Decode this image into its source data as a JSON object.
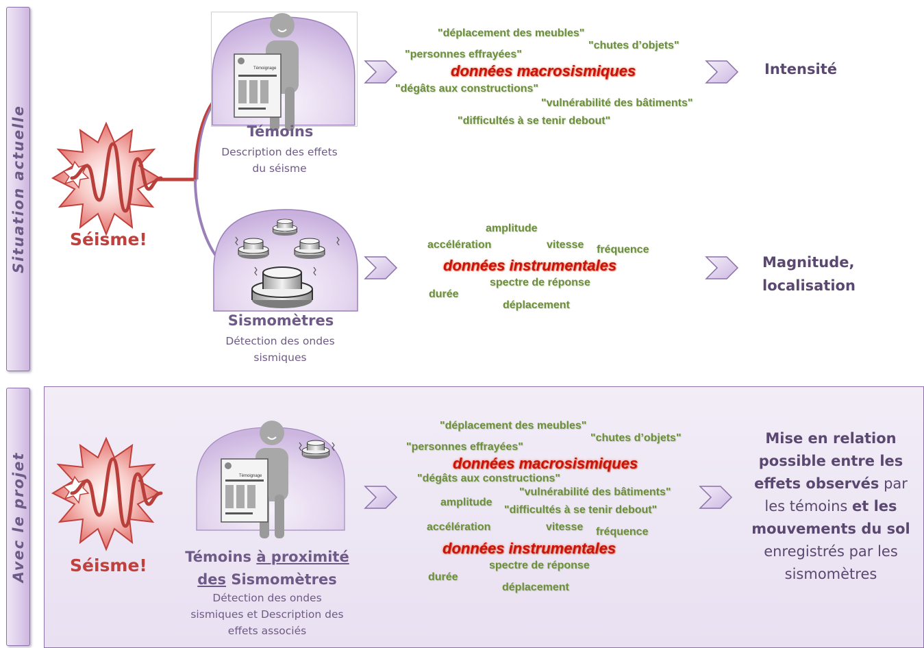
{
  "sections": {
    "current_label": "Situation actuelle",
    "project_label": "Avec le projet"
  },
  "seisme": {
    "label_top": "Séisme!",
    "label_bottom": "Séisme!"
  },
  "nodes": {
    "temoins_title": "Témoins",
    "temoins_desc_1": "Description des effets",
    "temoins_desc_2": "du séisme",
    "temoignage_doc": "Témoignage",
    "sismo_title": "Sismomètres",
    "sismo_desc_1": "Détection des ondes",
    "sismo_desc_2": "sismiques",
    "project_title_1a": "Témoins ",
    "project_title_1b": "à proximité",
    "project_title_2a": "des",
    "project_title_2b": " Sismomètres",
    "project_desc_1": "Détection des ondes",
    "project_desc_2": "sismiques et Description des",
    "project_desc_3": "effets associés"
  },
  "macro_words": {
    "w1": "\"déplacement des meubles\"",
    "w2": "\"chutes d’objets\"",
    "w3": "\"personnes effrayées\"",
    "w4": "\"dégâts aux constructions\"",
    "w5": "\"vulnérabilité des bâtiments\"",
    "w6": "\"difficultés à se tenir debout\"",
    "title": "données  macrosismiques"
  },
  "instru_words": {
    "w1": "amplitude",
    "w2": "accélération",
    "w3": "vitesse",
    "w4": "fréquence",
    "w5": "spectre de réponse",
    "w6": "durée",
    "w7": "déplacement",
    "title": "données  instrumentales"
  },
  "results": {
    "intensite": "Intensité",
    "magnitude_1": "Magnitude,",
    "magnitude_2": "localisation"
  },
  "summary": {
    "l1": "Mise en relation",
    "l2": "possible entre les",
    "l3a": "effets observés",
    "l3b": " par",
    "l4a": "les témoins ",
    "l4b": "et les",
    "l5": "mouvements du sol",
    "l6": "enregistrés par les",
    "l7": "sismomètres"
  },
  "colors": {
    "purple_text": "#6e5a86",
    "green_words": "#6c8f3c",
    "red_titles": "#c8120c",
    "seisme_red": "#c0403c"
  }
}
